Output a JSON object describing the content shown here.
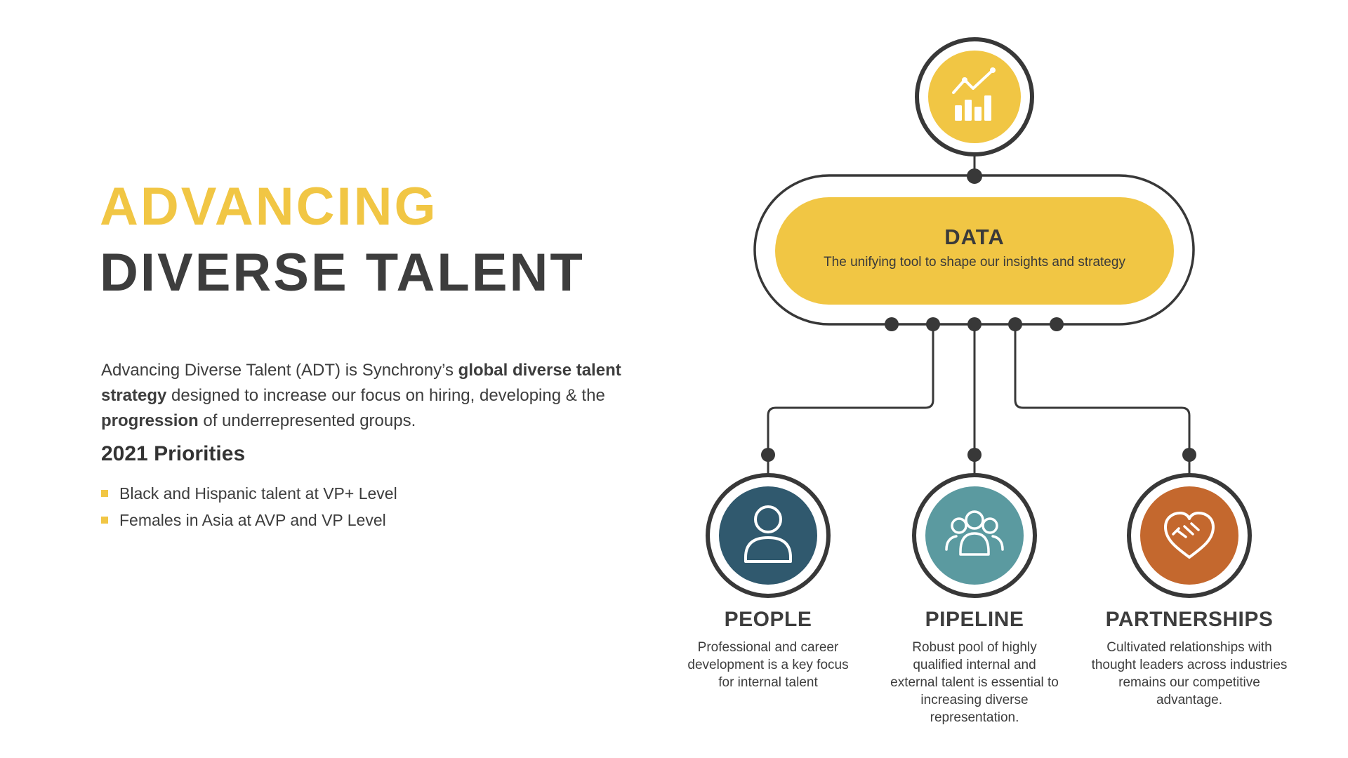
{
  "colors": {
    "yellow": "#F1C644",
    "ink": "#3D3D3D",
    "outline": "#383838",
    "people": "#30596E",
    "pipeline": "#5B9AA0",
    "partnerships": "#C4682E"
  },
  "left": {
    "title_line1": "ADVANCING",
    "title_line2": "DIVERSE TALENT",
    "intro": {
      "seg1": "Advancing Diverse Talent (ADT) is Synchrony’s ",
      "seg2_bold": "global diverse talent strategy",
      "seg3": " designed to increase our focus on hiring, developing & the ",
      "seg4_bold": "progression",
      "seg5": " of underrepresented groups."
    },
    "priorities_heading": "2021 Priorities",
    "priorities": [
      "Black and Hispanic talent at VP+ Level",
      "Females in Asia at AVP and VP Level"
    ]
  },
  "diagram": {
    "top_icon": "bar-line-chart-icon",
    "data_node": {
      "title": "DATA",
      "subtitle": "The unifying tool to shape our insights and strategy"
    },
    "nodes": [
      {
        "label": "PEOPLE",
        "icon": "person-icon",
        "color": "#30596E",
        "description": "Professional and career development is a key focus for internal talent"
      },
      {
        "label": "PIPELINE",
        "icon": "people-group-icon",
        "color": "#5B9AA0",
        "description": "Robust pool of highly qualified internal and external talent is essential to increasing diverse representation."
      },
      {
        "label": "PARTNERSHIPS",
        "icon": "heart-handshake-icon",
        "color": "#C4682E",
        "description": "Cultivated relationships with thought leaders across industries remains our competitive advantage."
      }
    ]
  }
}
